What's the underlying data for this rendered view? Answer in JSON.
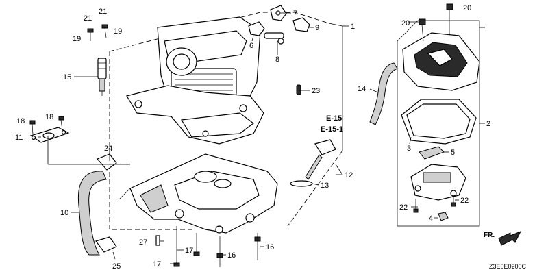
{
  "callouts": {
    "c1": "1",
    "c2": "2",
    "c3": "3",
    "c4": "4",
    "c5": "5",
    "c6": "6",
    "c7": "7",
    "c8": "8",
    "c9": "9",
    "c10": "10",
    "c11": "11",
    "c12": "12",
    "c13": "13",
    "c14": "14",
    "c15": "15",
    "c16a": "16",
    "c16b": "16",
    "c17a": "17",
    "c17b": "17",
    "c18a": "18",
    "c18b": "18",
    "c19a": "19",
    "c19b": "19",
    "c20a": "20",
    "c20b": "20",
    "c21a": "21",
    "c21b": "21",
    "c22a": "22",
    "c22b": "22",
    "c23": "23",
    "c24": "24",
    "c25": "25",
    "c27": "27"
  },
  "refs": {
    "r1": "E-15",
    "r2": "E-15-1"
  },
  "direction_label": "FR.",
  "diagram_code": "Z3E0E0200C"
}
